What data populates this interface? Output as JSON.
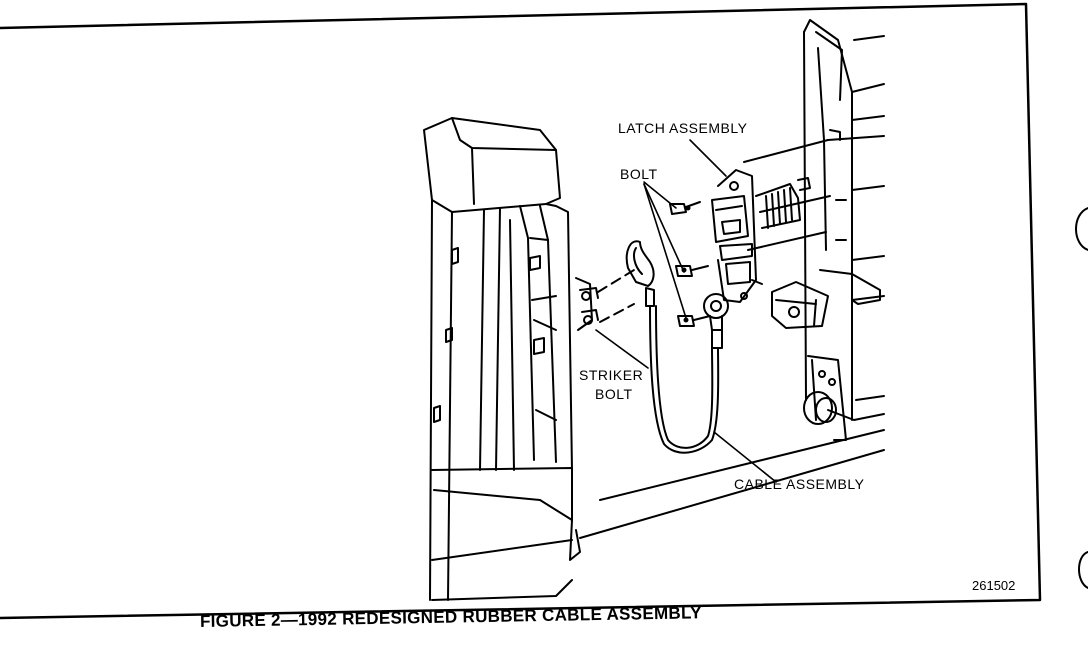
{
  "labels": {
    "latch_assembly": "LATCH ASSEMBLY",
    "bolt": "BOLT",
    "striker_bolt_line1": "STRIKER",
    "striker_bolt_line2": "BOLT",
    "cable_assembly": "CABLE ASSEMBLY"
  },
  "figure_number": "261502",
  "caption": "FIGURE 2—1992 REDESIGNED RUBBER CABLE  ASSEMBLY"
}
